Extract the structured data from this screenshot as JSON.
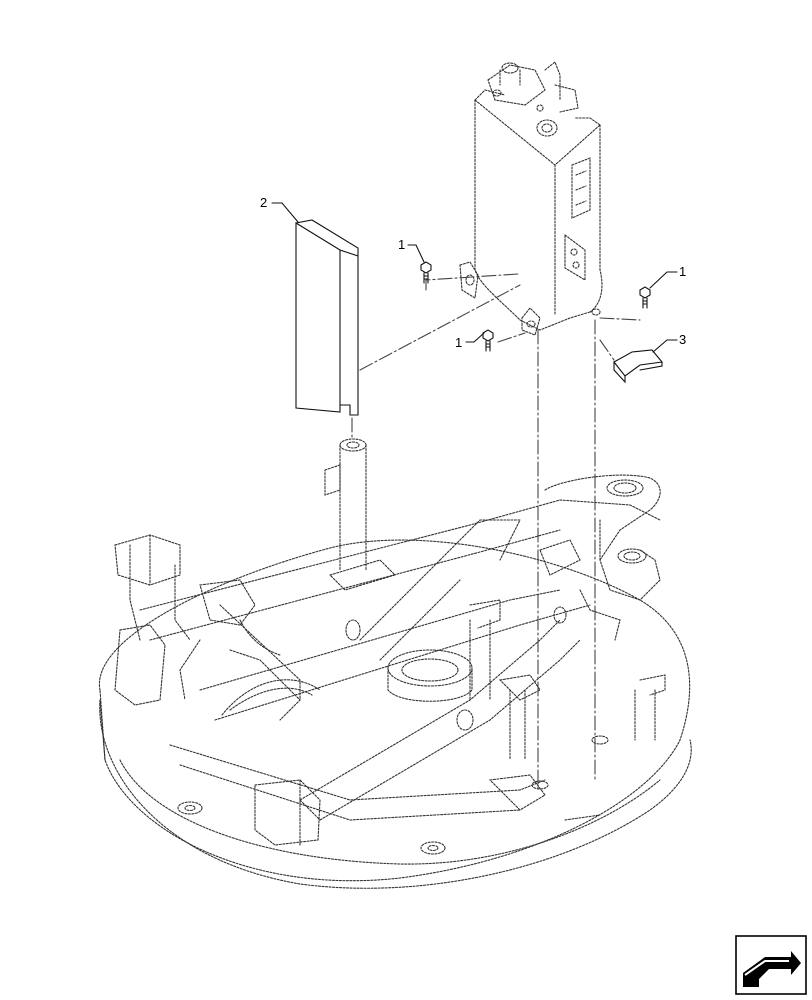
{
  "callouts": {
    "c1a": "1",
    "c1b": "1",
    "c1c": "1",
    "c2": "2",
    "c3": "3"
  },
  "nav": {
    "icon": "arrow-navigation-icon"
  },
  "colors": {
    "line": "#222222",
    "background": "#ffffff"
  }
}
